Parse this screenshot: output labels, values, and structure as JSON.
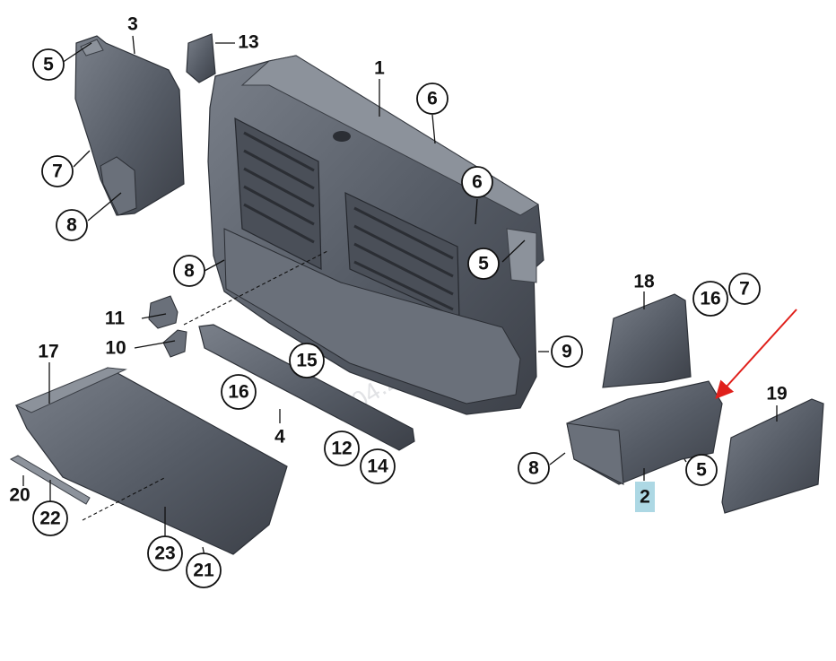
{
  "callouts": [
    {
      "id": "c3",
      "label": "3",
      "circled": false
    },
    {
      "id": "c5a",
      "label": "5",
      "circled": true
    },
    {
      "id": "c13",
      "label": "13",
      "circled": false
    },
    {
      "id": "c7a",
      "label": "7",
      "circled": true
    },
    {
      "id": "c8a",
      "label": "8",
      "circled": true
    },
    {
      "id": "c1",
      "label": "1",
      "circled": false
    },
    {
      "id": "c6a",
      "label": "6",
      "circled": true
    },
    {
      "id": "c6b",
      "label": "6",
      "circled": true
    },
    {
      "id": "c5b",
      "label": "5",
      "circled": true
    },
    {
      "id": "c8b",
      "label": "8",
      "circled": true
    },
    {
      "id": "c11",
      "label": "11",
      "circled": false
    },
    {
      "id": "c10",
      "label": "10",
      "circled": false
    },
    {
      "id": "c17",
      "label": "17",
      "circled": false
    },
    {
      "id": "c15",
      "label": "15",
      "circled": true
    },
    {
      "id": "c16a",
      "label": "16",
      "circled": true
    },
    {
      "id": "c4",
      "label": "4",
      "circled": false
    },
    {
      "id": "c12",
      "label": "12",
      "circled": true
    },
    {
      "id": "c14",
      "label": "14",
      "circled": true
    },
    {
      "id": "c9",
      "label": "9",
      "circled": true
    },
    {
      "id": "c18",
      "label": "18",
      "circled": false
    },
    {
      "id": "c16b",
      "label": "16",
      "circled": true
    },
    {
      "id": "c7b",
      "label": "7",
      "circled": true
    },
    {
      "id": "c19",
      "label": "19",
      "circled": false
    },
    {
      "id": "c8c",
      "label": "8",
      "circled": true
    },
    {
      "id": "c5c",
      "label": "5",
      "circled": true
    },
    {
      "id": "c2",
      "label": "2",
      "circled": false,
      "highlighted": true
    },
    {
      "id": "c20",
      "label": "20",
      "circled": false
    },
    {
      "id": "c22",
      "label": "22",
      "circled": true
    },
    {
      "id": "c23",
      "label": "23",
      "circled": true
    },
    {
      "id": "c21",
      "label": "21",
      "circled": true
    }
  ],
  "watermark": "2.04.2017 17:44",
  "colors": {
    "plastic": "#5b616b",
    "outline": "#2d3138",
    "arrow": "#e0201b",
    "highlight": "#9fd1df"
  }
}
